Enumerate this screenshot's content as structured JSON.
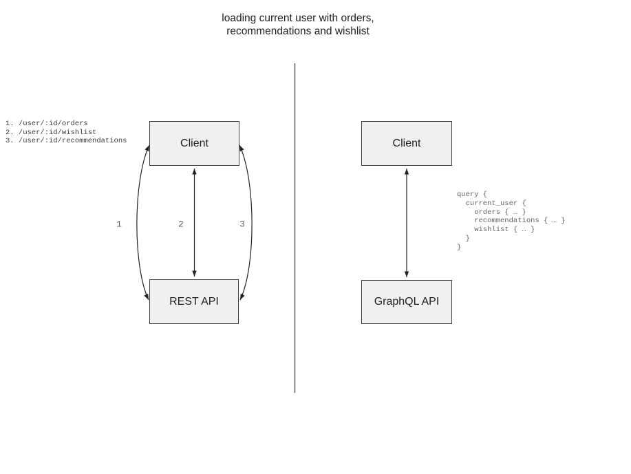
{
  "title": {
    "line1": "loading current user with orders,",
    "line2": "recommendations and wishlist"
  },
  "left_panel": {
    "endpoints": [
      "1. /user/:id/orders",
      "2. /user/:id/wishlist",
      "3. /user/:id/recommendations"
    ],
    "client_label": "Client",
    "api_label": "REST API",
    "arrow_labels": [
      "1",
      "2",
      "3"
    ]
  },
  "right_panel": {
    "client_label": "Client",
    "api_label": "GraphQL API",
    "query_lines": [
      "query {",
      "  current_user {",
      "    orders { … }",
      "    recommendations { … }",
      "    wishlist { … }",
      "  }",
      "}"
    ]
  },
  "colors": {
    "box_fill": "#f0f0f0",
    "box_border": "#3d3d3d",
    "arrow": "#222222",
    "divider": "#555555",
    "label_gray": "#5f5f5f",
    "code_gray": "#666666",
    "endpoint_gray": "#3c3c3c",
    "text": "#1f1f1f"
  }
}
